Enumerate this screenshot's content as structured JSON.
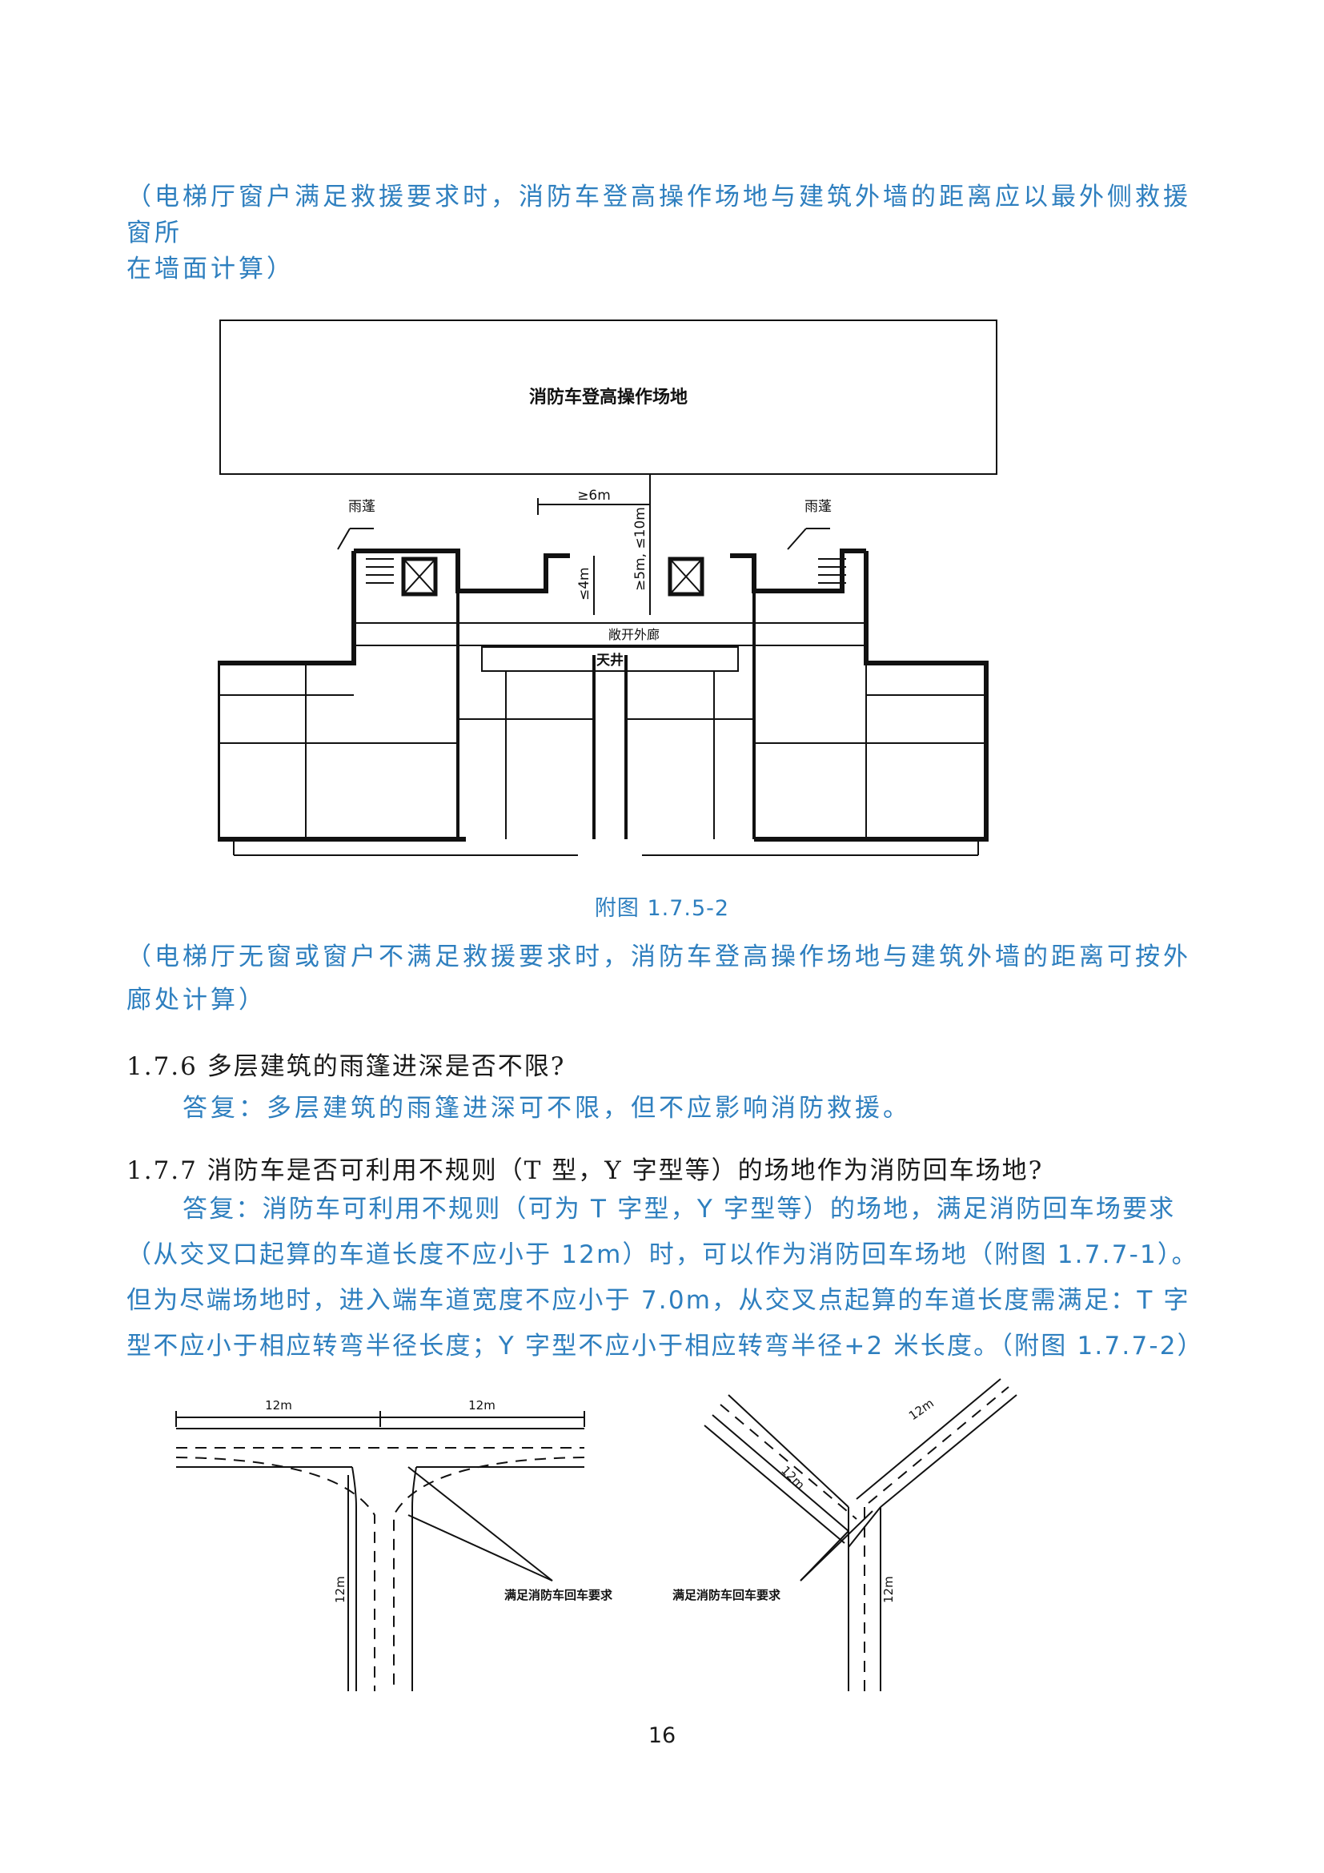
{
  "intro": {
    "line1": "（电梯厅窗户满足救援要求时，消防车登高操作场地与建筑外墙的距离应以最外侧救援窗所",
    "line2": "在墙面计算）"
  },
  "figure1": {
    "site_label": "消防车登高操作场地",
    "canopy_left": "雨蓬",
    "canopy_right": "雨蓬",
    "dim_width": "≥6m",
    "dim_depth": "≥5m, ≤10m",
    "dim_small": "≤4m",
    "corridor": "敞开外廊",
    "courtyard": "天井",
    "caption": "附图 1.7.5-2"
  },
  "note1": "（电梯厅无窗或窗户不满足救援要求时，消防车登高操作场地与建筑外墙的距离可按外廊处计算）",
  "q176": {
    "title": "1.7.6  多层建筑的雨篷进深是否不限?",
    "answer": "答复：多层建筑的雨篷进深可不限，但不应影响消防救援。"
  },
  "q177": {
    "title": "1.7.7  消防车是否可利用不规则（T 型，Y 字型等）的场地作为消防回车场地?",
    "answer": "答复：消防车可利用不规则（可为 T 字型，Y 字型等）的场地，满足消防回车场要求（从交叉口起算的车道长度不应小于 12m）时，可以作为消防回车场地（附图 1.7.7-1）。但为尽端场地时，进入端车道宽度不应小于 7.0m，从交叉点起算的车道长度需满足：T 字型不应小于相应转弯半径长度；Y 字型不应小于相应转弯半径+2 米长度。（附图 1.7.7-2）"
  },
  "figure2": {
    "t_dim_left": "12m",
    "t_dim_right": "12m",
    "t_dim_vertical": "12m",
    "t_label": "满足消防车回车要求",
    "y_dim_upper_right": "12m",
    "y_dim_upper_left": "12m",
    "y_dim_vertical": "12m",
    "y_label": "满足消防车回车要求"
  },
  "page_number": "16"
}
